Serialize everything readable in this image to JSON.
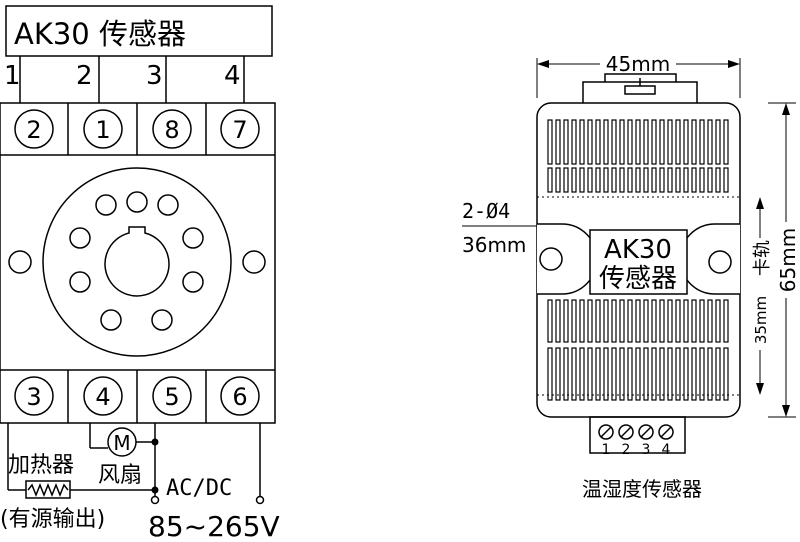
{
  "left": {
    "title": "AK30 传感器",
    "wire_numbers": [
      "1",
      "2",
      "3",
      "4"
    ],
    "top_pins": [
      "2",
      "1",
      "8",
      "7"
    ],
    "bottom_pins": [
      "3",
      "4",
      "5",
      "6"
    ],
    "motor_label": "M",
    "heater_label": "加热器",
    "fan_label": "风扇",
    "power_type": "AC/DC",
    "source_note": "(有源输出)",
    "voltage": "85~265V"
  },
  "right": {
    "width_dim": "45mm",
    "height_dim": "65mm",
    "hole_label": "2-Ø4",
    "hole_spacing": "36mm",
    "model": "AK30",
    "name": "传感器",
    "rail_width": "35mm",
    "rail_label": "卡轨",
    "terminals": [
      "1",
      "2",
      "3",
      "4"
    ],
    "caption": "温湿度传感器"
  }
}
